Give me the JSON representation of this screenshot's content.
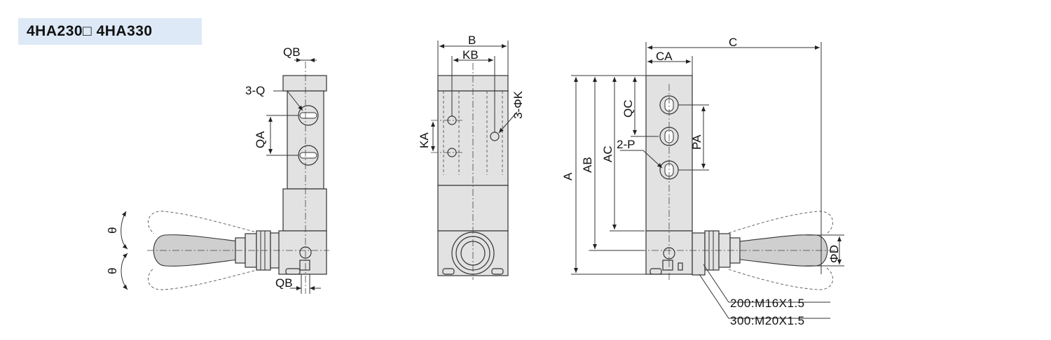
{
  "title": "4HA230□ 4HA330",
  "labels": {
    "qb_top": "QB",
    "q3": "3-Q",
    "qa": "QA",
    "theta": "θ",
    "qb_bottom": "QB",
    "b": "B",
    "kb": "KB",
    "k3": "3-ΦK",
    "ka": "KA",
    "c": "C",
    "ca": "CA",
    "qc": "QC",
    "p2": "2-P",
    "pa": "PA",
    "a": "A",
    "ab": "AB",
    "ac": "AC",
    "d": "ΦD"
  },
  "notes": [
    "200:M16X1.5",
    "300:M20X1.5"
  ]
}
